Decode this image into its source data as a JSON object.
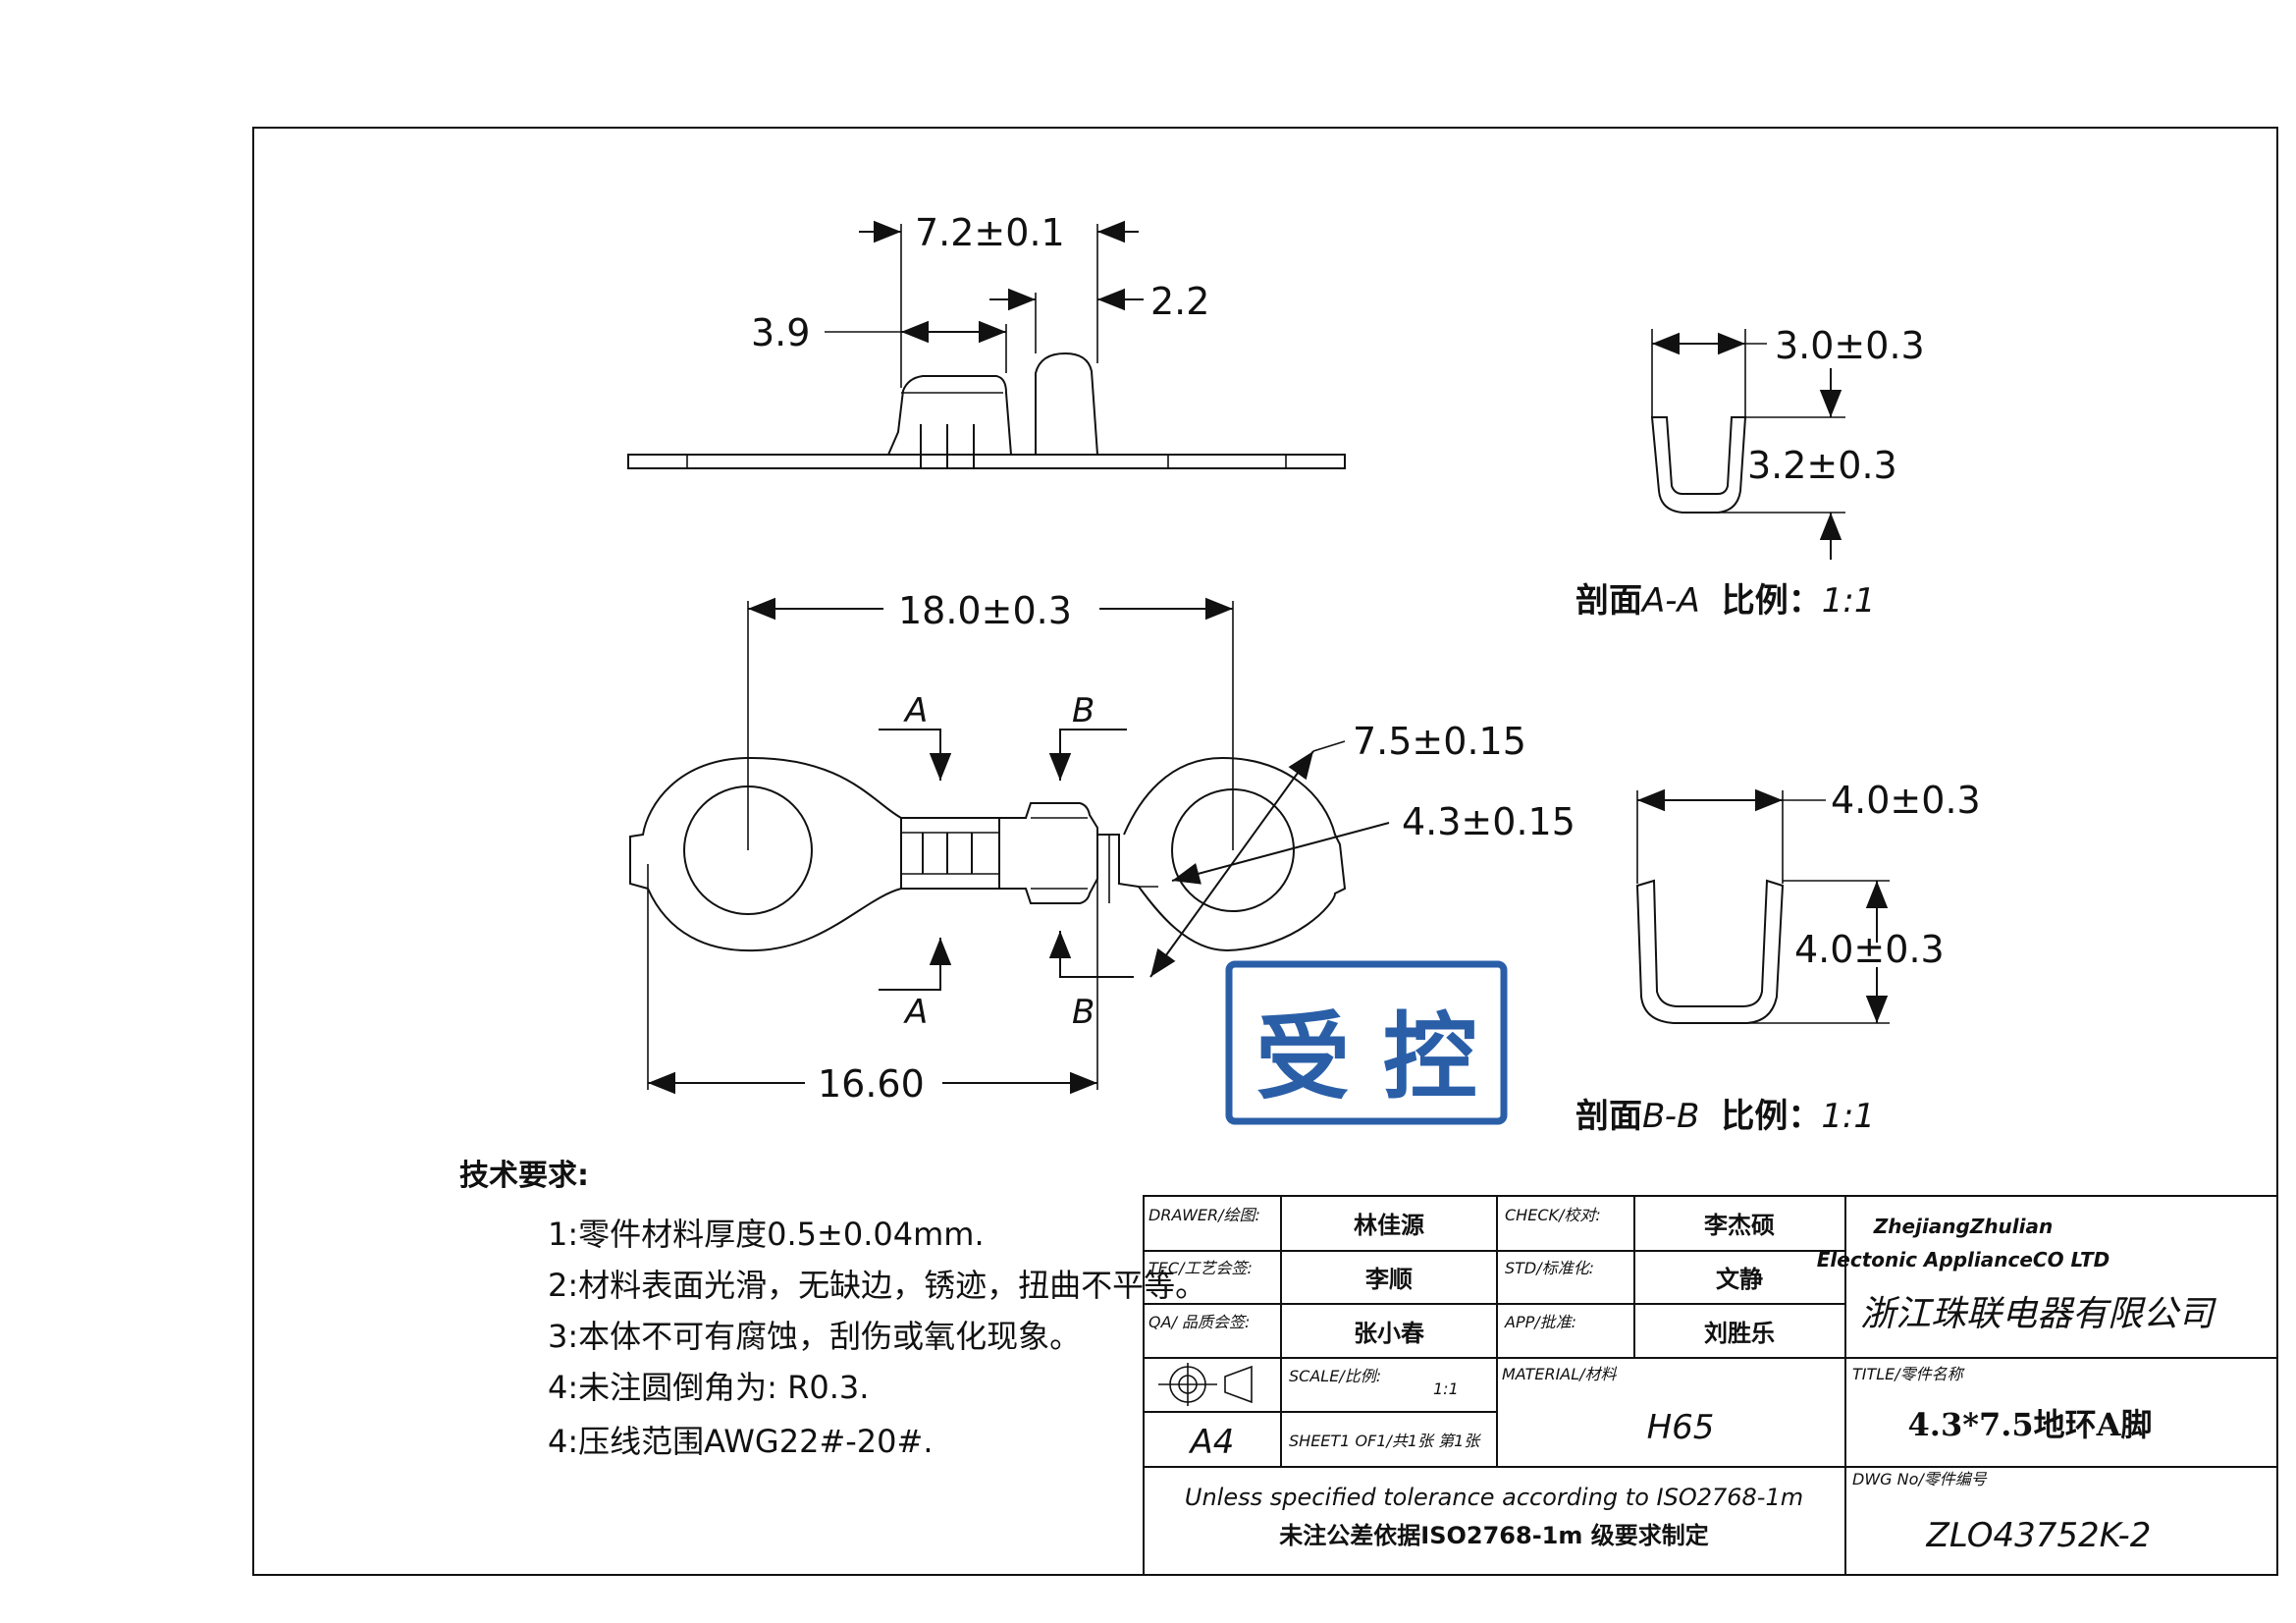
{
  "dimensions": {
    "top_width": "7.2±0.1",
    "top_left": "3.9",
    "top_right": "2.2",
    "total_length": "18.0±0.3",
    "ring_od": "7.5±0.15",
    "ring_id": "4.3±0.15",
    "bottom_length": "16.60",
    "aa_width": "3.0±0.3",
    "aa_height": "3.2±0.3",
    "bb_width": "4.0±0.3",
    "bb_height": "4.0±0.3"
  },
  "section_marks": {
    "a": "A",
    "b": "B"
  },
  "sections": {
    "aa_prefix": "剖面",
    "aa_name": "A-A",
    "aa_scale_label": "比例：",
    "aa_scale": "1:1",
    "bb_prefix": "剖面",
    "bb_name": "B-B",
    "bb_scale_label": "比例：",
    "bb_scale": "1:1"
  },
  "stamp": {
    "text": "受 控",
    "color": "#2a5fa8"
  },
  "tech_requirements": {
    "heading": "技术要求:",
    "items": [
      "1:零件材料厚度0.5±0.04mm.",
      "2:材料表面光滑，无缺边，锈迹，扭曲不平等。",
      "3:本体不可有腐蚀，刮伤或氧化现象。",
      "4:未注圆倒角为: R0.3.",
      "4:压线范围AWG22#-20#."
    ]
  },
  "title_block": {
    "drawer_label": "DRAWER/绘图:",
    "drawer": "林佳源",
    "check_label": "CHECK/校对:",
    "check": "李杰硕",
    "tec_label": "TEC/工艺会签:",
    "tec": "李顺",
    "std_label": "STD/标准化:",
    "std": "文静",
    "qa_label": "QA/ 品质会签:",
    "qa": "张小春",
    "app_label": "APP/批准:",
    "app": "刘胜乐",
    "scale_label": "SCALE/比例:",
    "scale": "1:1",
    "size": "A4",
    "sheet": "SHEET1 OF1/共1张 第1张",
    "material_label": "MATERIAL/材料",
    "material": "H65",
    "company_en_1": "ZhejiangZhulian",
    "company_en_2": "Electonic ApplianceCO LTD",
    "company_cn": "浙江珠联电器有限公司",
    "title_label": "TITLE/零件名称",
    "title": "4.3*7.5地环A脚",
    "tolerance_en": "Unless specified tolerance according to ISO2768-1m",
    "tolerance_cn": "未注公差依据ISO2768-1m 级要求制定",
    "dwg_label": "DWG No/零件编号",
    "dwg_no": "ZLO43752K-2"
  }
}
